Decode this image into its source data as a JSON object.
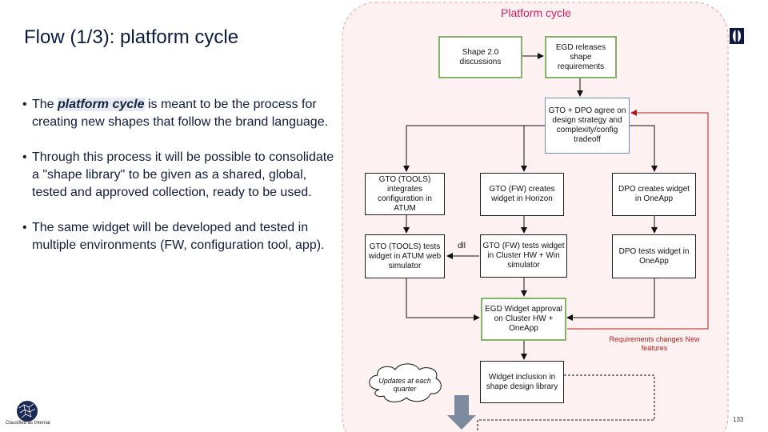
{
  "slide": {
    "title": "Flow (1/3): platform cycle",
    "page_number": "133",
    "classification": "Classified as Internal"
  },
  "bullets": [
    {
      "pre": "The ",
      "em": "platform cycle",
      "post": " is meant to be the process for creating new shapes that follow the brand language."
    },
    {
      "pre": "Through this process it will be possible to consolidate a \"shape library\" to be given as a shared, global, tested and approved collection, ready to be used.",
      "em": "",
      "post": ""
    },
    {
      "pre": "The same widget will be developed and tested in multiple environments (FW, configuration tool, app).",
      "em": "",
      "post": ""
    }
  ],
  "diagram": {
    "title": "Platform cycle",
    "nodes": {
      "shape_discussions": "Shape 2.0 discussions",
      "egd_releases": "EGD releases shape requirements",
      "gto_dpo_agree": "GTO + DPO agree on design strategy and complexity/config tradeoff",
      "gto_tools_integrates": "GTO (TOOLS) integrates configuration in ATUM",
      "gto_fw_creates": "GTO (FW) creates widget in Horizon",
      "dpo_creates": "DPO creates widget in OneApp",
      "gto_tools_tests": "GTO (TOOLS) tests widget in ATUM web simulator",
      "gto_fw_tests": "GTO (FW) tests widget in Cluster HW + Win simulator",
      "dpo_tests": "DPO tests widget in OneApp",
      "egd_approval": "EGD Widget approval on Cluster HW + OneApp",
      "widget_inclusion": "Widget inclusion in shape design library"
    },
    "dll_label": "dll",
    "feedback_label": "Requirements changes New features",
    "cloud_label": "Updates at each quarter"
  },
  "colors": {
    "panel_border": "#f0a0a0",
    "panel_fill": "#fdf2f1",
    "green_border": "#82b366",
    "blue_border": "#6c8ebf",
    "feedback_red": "#b71c1c",
    "title_pink": "#d81b60"
  },
  "icons": {
    "brand": "brand-mark-icon",
    "logo": "globe-logo-icon",
    "arrow": "down-arrow-icon"
  }
}
